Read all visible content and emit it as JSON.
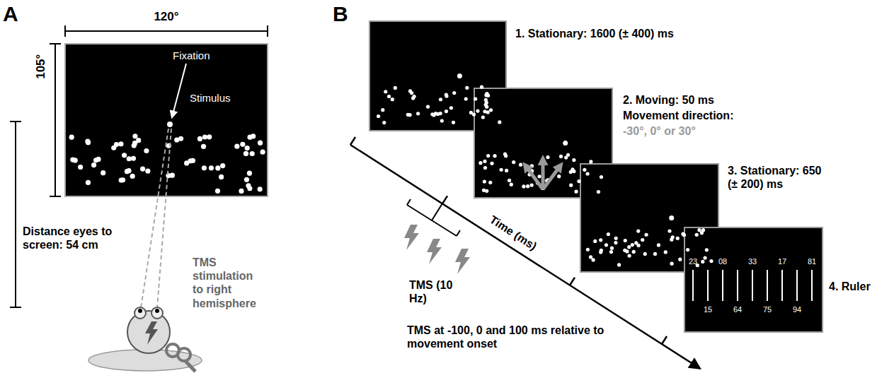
{
  "diagram": {
    "nodes": [
      {
        "text": [
          "Fixation",
          "Stimulus"
        ]
      },
      {
        "text": [
          "23",
          "08",
          "33",
          "17",
          "81",
          "15",
          "64",
          "75",
          "94"
        ]
      }
    ],
    "labels": [
      "A",
      "120°",
      "105°",
      "Distance eyes to screen: 54 cm",
      "TMS stimulation to right hemisphere",
      "B",
      "1. Stationary: 1600 (± 400) ms",
      "2. Moving: 50 ms",
      "Movement direction:",
      "-30°, 0° or 30°",
      "3. Stationary: 650 (± 200) ms",
      "4. Ruler",
      "TMS (10 Hz)",
      "Time (ms)",
      "TMS at -100, 0 and 100 ms relative to movement onset"
    ]
  }
}
